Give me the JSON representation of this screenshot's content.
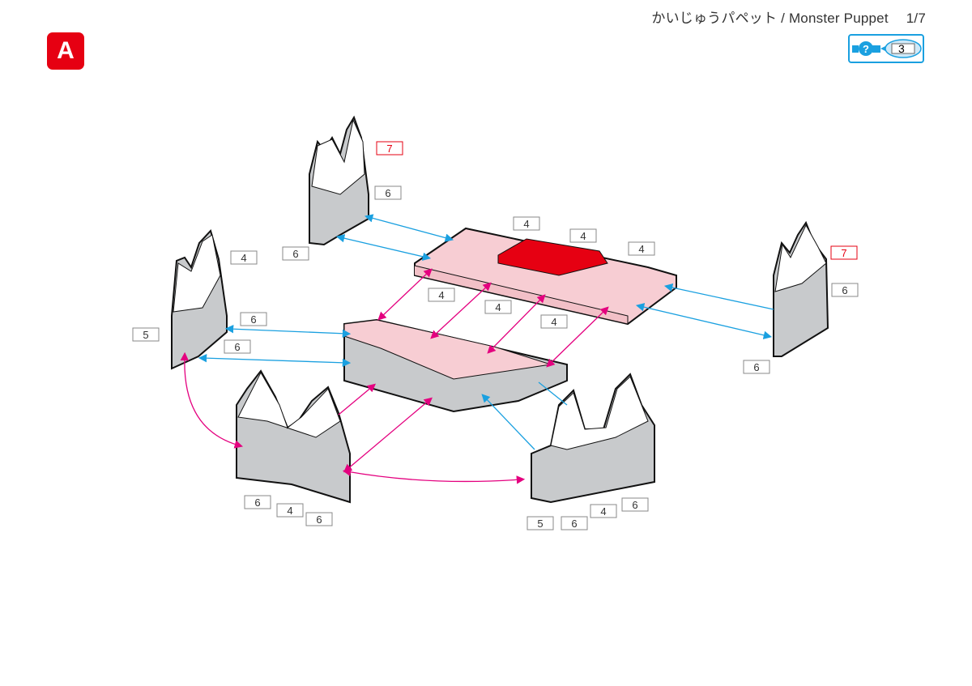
{
  "header": {
    "title": "かいじゅうパペット / Monster Puppet",
    "page": "1/7"
  },
  "step": {
    "label": "A",
    "color": "#e60012"
  },
  "help_badge": {
    "count": "3",
    "icon": "question-icon",
    "color": "#1aa0e0"
  },
  "colors": {
    "pink": "#f7cdd3",
    "red": "#e60012",
    "gray": "#c8cacc",
    "arrow_blue": "#1aa0e0",
    "arrow_magenta": "#e4007f"
  },
  "part_labels": {
    "top_wall": [
      "7",
      "6",
      "6"
    ],
    "top_plate": [
      "4",
      "4",
      "4",
      "4",
      "4",
      "4"
    ],
    "left_wall": [
      "4",
      "5",
      "6",
      "6"
    ],
    "right_wall": [
      "7",
      "6",
      "6"
    ],
    "front_left_wall": [
      "6",
      "4",
      "6"
    ],
    "front_right_wall": [
      "5",
      "6",
      "4",
      "6"
    ]
  }
}
